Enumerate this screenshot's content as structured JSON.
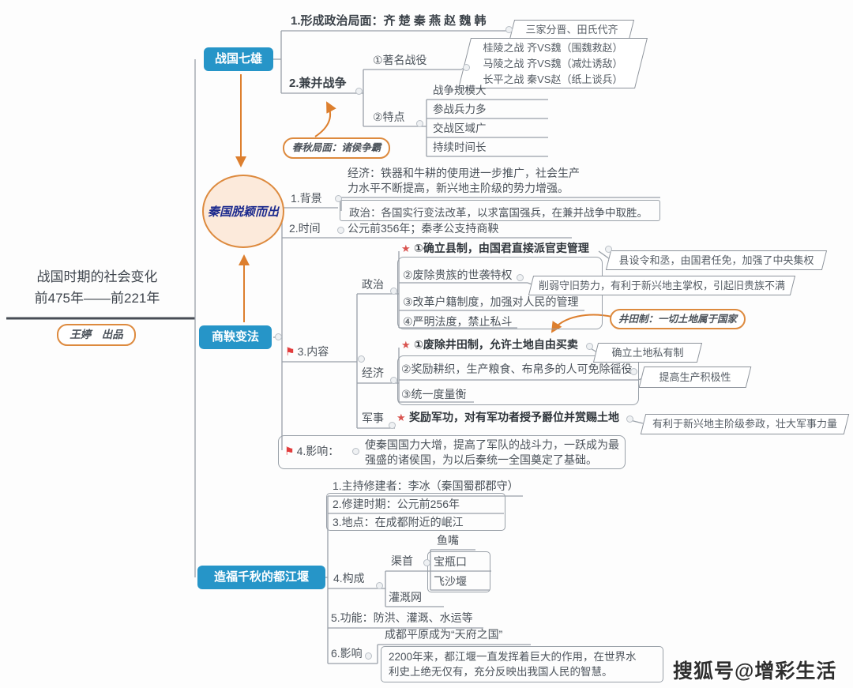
{
  "meta": {
    "watermark": "搜狐号@增彩生活"
  },
  "icons": {
    "star": "★",
    "flag": "⚑"
  },
  "colors": {
    "node_blue": "#2695c8",
    "accent_orange": "#dd8a3e",
    "star_red": "#d9534f",
    "line_gray": "#99a0a8"
  },
  "root": {
    "title_line1": "战国时期的社会变化",
    "title_line2": "前475年——前221年",
    "credit": "王婷　出品"
  },
  "circle": {
    "label": "秦国脱颖而出"
  },
  "b1": {
    "label": "战国七雄",
    "n1": "1.形成政治局面：齐 楚 秦 燕 赵 魏 韩",
    "n1_note": "三家分晋、田氏代齐",
    "n2": "2.兼并战争",
    "n2_note": "春秋局面：诸侯争霸",
    "battles_label": "①著名战役",
    "battles": [
      "桂陵之战 齐VS魏（围魏救赵）",
      "马陵之战 齐VS魏（减灶诱敌）",
      "长平之战 秦VS赵（纸上谈兵）"
    ],
    "features_label": "②特点",
    "features": [
      "战争规模大",
      "参战兵力多",
      "交战区域广",
      "持续时间长"
    ]
  },
  "b2": {
    "label": "商鞅变法",
    "bg_label": "1.背景",
    "bg_econ": "经济：铁器和牛耕的使用进一步推广，社会生产力水平不断提高，新兴地主阶级的势力增强。",
    "bg_pol": "政治：各国实行变法改革，以求富国强兵，在兼并战争中取胜。",
    "time_label": "2.时间",
    "time_value": "公元前356年；秦孝公支持商鞅",
    "content_label": "3.内容",
    "politics": {
      "label": "政治",
      "i1": "①确立县制，由国君直接派官吏管理",
      "i1_note": "县设令和丞，由国君任免，加强了中央集权",
      "i2": "②废除贵族的世袭特权",
      "i2_note": "削弱守旧势力，有利于新兴地主掌权，引起旧贵族不满",
      "i3": "③改革户籍制度，加强对人民的管理",
      "i4": "④严明法度，禁止私斗"
    },
    "economy": {
      "label": "经济",
      "i1": "①废除井田制，允许土地自由买卖",
      "i1_note": "确立土地私有制",
      "jingtian_note": "井田制：一切土地属于国家",
      "i2": "②奖励耕织，生产粮食、布帛多的人可免除徭役",
      "i2_note": "提高生产积极性",
      "i3": "③统一度量衡"
    },
    "military": {
      "label": "军事",
      "i1": "奖励军功，对有军功者授予爵位并赏赐土地",
      "i1_note": "有利于新兴地主阶级参政，壮大军事力量"
    },
    "impact_label": "4.影响：",
    "impact_text": "使秦国国力大增，提高了军队的战斗力，一跃成为最强盛的诸侯国，为以后秦统一全国奠定了基础。"
  },
  "b3": {
    "label": "造福千秋的都江堰",
    "n1": "1.主持修建者：李冰（秦国蜀郡郡守）",
    "n2": "2.修建时期：公元前256年",
    "n3": "3.地点：在成都附近的岷江",
    "n4_label": "4.构成",
    "qushou": "渠首",
    "yuzui": "鱼嘴",
    "baopingkou": "宝瓶口",
    "feishayan": "飞沙堰",
    "guanggai": "灌溉网",
    "n5": "5.功能：防洪、灌溉、水运等",
    "n6_label": "6.影响",
    "n6_item1": "成都平原成为“天府之国”",
    "n6_item2": "2200年来，都江堰一直发挥着巨大的作用，在世界水利史上绝无仅有，充分反映出我国人民的智慧。"
  }
}
